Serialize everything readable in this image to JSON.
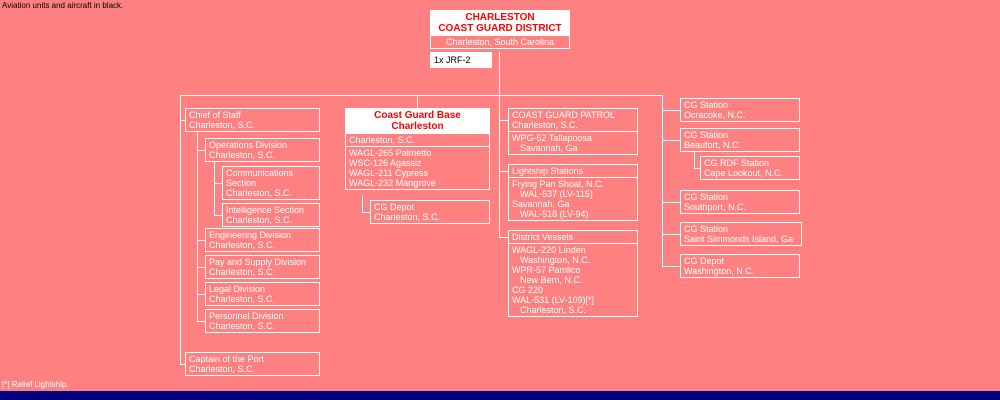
{
  "colors": {
    "background": "#FF8080",
    "box_border": "#FFFFFF",
    "box_text": "#FFFFFF",
    "header_fill": "#FFFFFF",
    "header_text": "#FF0000",
    "aviation_text": "#000000",
    "footer_bar": "#000080"
  },
  "notes": {
    "aviation": "Aviation units and aircraft in black.",
    "footnote": "[*] Relief Lightship."
  },
  "district": {
    "title1": "CHARLESTON",
    "title2": "COAST GUARD DISTRICT",
    "location": "Charleston, South Carolina",
    "aviation": "1x JRF-2"
  },
  "staff": {
    "chief": {
      "l1": "Chief of Staff",
      "l2": "Charleston, S.C."
    },
    "operations": {
      "l1": "Operations Division",
      "l2": "Charleston, S.C."
    },
    "communications": {
      "l1": "Communications",
      "l2": "Section",
      "l3": "Charleston, S.C."
    },
    "intelligence": {
      "l1": "Intelligence Section",
      "l2": "Charleston, S.C."
    },
    "engineering": {
      "l1": "Engineering Division",
      "l2": "Charleston, S.C."
    },
    "pay_supply": {
      "l1": "Pay and Supply Division",
      "l2": "Charleston, S.C."
    },
    "legal": {
      "l1": "Legal Division",
      "l2": "Charleston, S.C."
    },
    "personnel": {
      "l1": "Personnel Division",
      "l2": "Charleston, S.C."
    },
    "captain_port": {
      "l1": "Captain of the Port",
      "l2": "Charleston, S.C."
    }
  },
  "base": {
    "title1": "Coast Guard Base",
    "title2": "Charleston",
    "location": "Charleston, S.C.",
    "ships": [
      "WAGL-265 Palmetto",
      "WSC-126 Agassiz",
      "WAGL-211 Cypress",
      "WAGL-232 Mangrove"
    ],
    "depot": {
      "l1": "CG Depot",
      "l2": "Charleston, S.C."
    }
  },
  "patrol": {
    "title": "COAST GUARD PATROL",
    "location": "Charleston, S.C.",
    "ship": "WPG-52 Tallapoosa",
    "ship_location": "Savannah, Ga"
  },
  "lightship_stations": {
    "title": "Lightship Stations",
    "lines": [
      "Frying Pan Shoal, N.C.",
      "WAL-537 (LV-115)",
      "Savannah, Ga",
      "WAL-518 (LV-94)"
    ]
  },
  "district_vessels": {
    "title": "District Vessels",
    "lines": [
      "WAGL-220 Linden",
      "Washington, N.C.",
      "WPR-57 Pamlico",
      "New Bern, N.C.",
      "CG 220",
      "WAL-531 (LV-109)[*]",
      "Charleston, S.C."
    ]
  },
  "stations": [
    {
      "l1": "CG Station",
      "l2": "Ocracoke, N.C."
    },
    {
      "l1": "CG Station",
      "l2": "Beaufort, N.C."
    },
    {
      "l1": "CG Station",
      "l2": "Southport, N.C."
    },
    {
      "l1": "CG Station",
      "l2": "Saint Simmonds Island, Ga"
    },
    {
      "l1": "CG Depot",
      "l2": "Washington, N.C."
    }
  ],
  "rdf_station": {
    "l1": "CG RDF Station",
    "l2": "Cape Lookout, N.C."
  }
}
